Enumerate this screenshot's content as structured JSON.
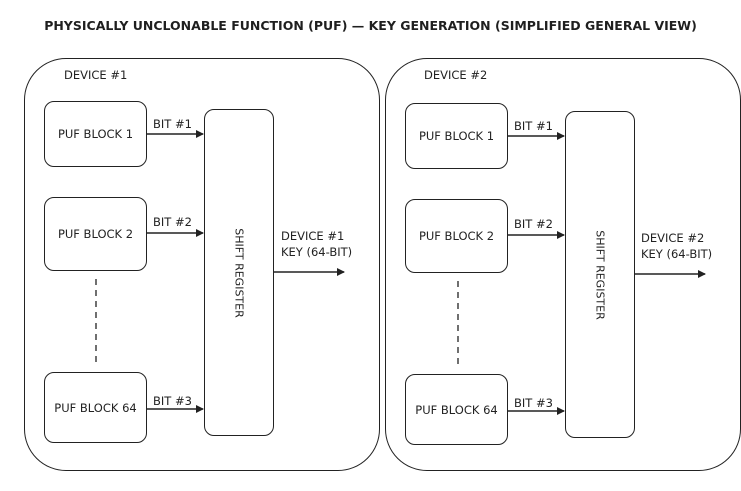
{
  "title": "PHYSICALLY UNCLONABLE FUNCTION (PUF) — KEY GENERATION (SIMPLIFIED GENERAL VIEW)",
  "devices": [
    {
      "label": "DEVICE #1",
      "blocks": [
        "PUF BLOCK 1",
        "PUF BLOCK 2",
        "PUF BLOCK 64"
      ],
      "bits": [
        "BIT #1",
        "BIT #2",
        "BIT #3"
      ],
      "shift_register": "SHIFT REGISTER",
      "key_line1": "DEVICE #1",
      "key_line2": "KEY (64-BIT)"
    },
    {
      "label": "DEVICE #2",
      "blocks": [
        "PUF BLOCK 1",
        "PUF BLOCK 2",
        "PUF BLOCK 64"
      ],
      "bits": [
        "BIT #1",
        "BIT #2",
        "BIT #3"
      ],
      "shift_register": "SHIFT REGISTER",
      "key_line1": "DEVICE #2",
      "key_line2": "KEY (64-BIT)"
    }
  ]
}
